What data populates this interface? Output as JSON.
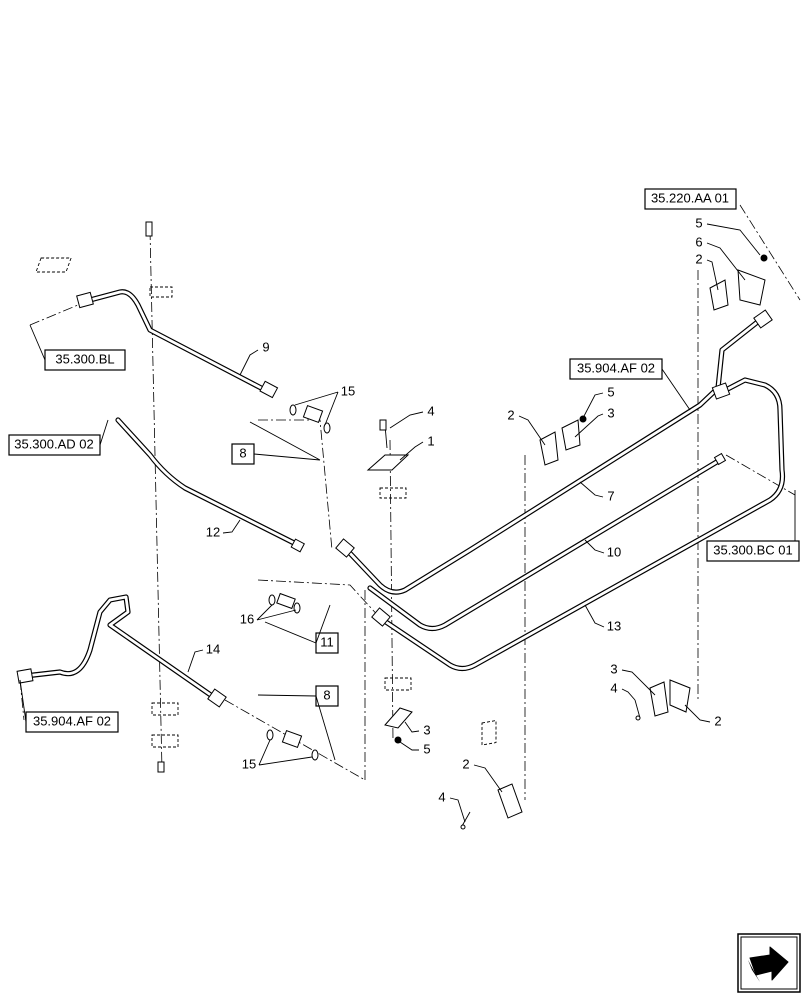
{
  "references": [
    {
      "id": "ref-35220aa01",
      "label": "35.220.AA 01"
    },
    {
      "id": "ref-35300bl",
      "label": "35.300.BL"
    },
    {
      "id": "ref-35904af02-top",
      "label": "35.904.AF 02"
    },
    {
      "id": "ref-35300ad02",
      "label": "35.300.AD 02"
    },
    {
      "id": "ref-35300bc01",
      "label": "35.300.BC 01"
    },
    {
      "id": "ref-35904af02-bottom",
      "label": "35.904.AF 02"
    }
  ],
  "boxed_items": [
    {
      "id": "box-8-top",
      "label": "8"
    },
    {
      "id": "box-11",
      "label": "11"
    },
    {
      "id": "box-8-bottom",
      "label": "8"
    }
  ],
  "callouts": [
    {
      "id": "c-5-tr",
      "label": "5"
    },
    {
      "id": "c-6-tr",
      "label": "6"
    },
    {
      "id": "c-2-tr",
      "label": "2"
    },
    {
      "id": "c-9",
      "label": "9"
    },
    {
      "id": "c-15-top",
      "label": "15"
    },
    {
      "id": "c-4-mid",
      "label": "4"
    },
    {
      "id": "c-1",
      "label": "1"
    },
    {
      "id": "c-2-mid",
      "label": "2"
    },
    {
      "id": "c-5-mid",
      "label": "5"
    },
    {
      "id": "c-3-mid",
      "label": "3"
    },
    {
      "id": "c-7",
      "label": "7"
    },
    {
      "id": "c-10",
      "label": "10"
    },
    {
      "id": "c-13",
      "label": "13"
    },
    {
      "id": "c-12",
      "label": "12"
    },
    {
      "id": "c-16",
      "label": "16"
    },
    {
      "id": "c-14",
      "label": "14"
    },
    {
      "id": "c-3-r",
      "label": "3"
    },
    {
      "id": "c-4-r",
      "label": "4"
    },
    {
      "id": "c-2-r",
      "label": "2"
    },
    {
      "id": "c-3-center",
      "label": "3"
    },
    {
      "id": "c-5-center",
      "label": "5"
    },
    {
      "id": "c-15-bottom",
      "label": "15"
    },
    {
      "id": "c-2-bottom",
      "label": "2"
    },
    {
      "id": "c-4-bottom",
      "label": "4"
    }
  ],
  "nav_icon": "next-page-arrow-icon"
}
